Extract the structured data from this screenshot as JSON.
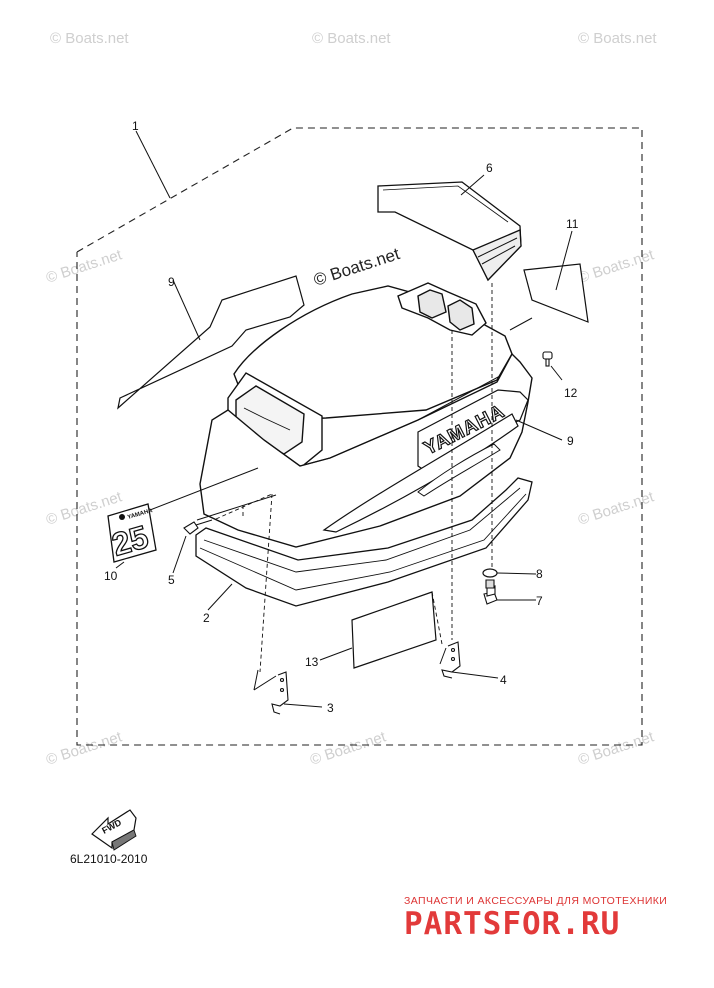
{
  "watermark": "© Boats.net",
  "diagram_code": "6L21010-2010",
  "brand": {
    "tagline": "ЗАПЧАСТИ И АКСЕССУАРЫ ДЛЯ МОТОТЕХНИКИ",
    "logo_text": "PARTSFOR.RU"
  },
  "cowling_badge": "YAMAHA",
  "emblem_text": "25",
  "emblem_small": "YAMAHA",
  "fwd_label": "FWD",
  "callouts": {
    "c1": "1",
    "c2": "2",
    "c3": "3",
    "c4": "4",
    "c5": "5",
    "c6": "6",
    "c7": "7",
    "c8": "8",
    "c9a": "9",
    "c9b": "9",
    "c10": "10",
    "c11": "11",
    "c12": "12",
    "c13": "13"
  }
}
